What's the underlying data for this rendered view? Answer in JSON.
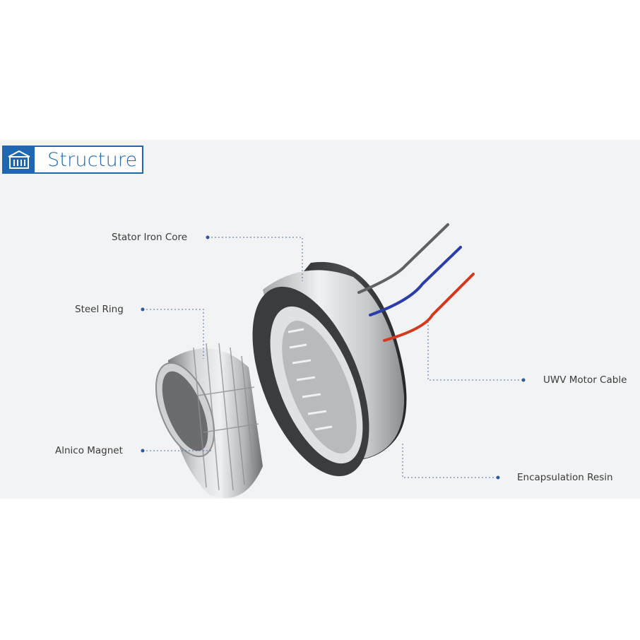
{
  "header": {
    "title": "Structure",
    "icon": "building-icon",
    "accent_color": "#1f67b1"
  },
  "labels": {
    "stator_iron_core": "Stator Iron Core",
    "steel_ring": "Steel Ring",
    "alnico_magnet": "Alnico Magnet",
    "uwv_motor_cable": "UWV Motor Cable",
    "encapsulation_resin": "Encapsulation Resin"
  },
  "wire_colors": {
    "gray": "#5f6163",
    "blue": "#2a3ea8",
    "red": "#d4391f"
  }
}
